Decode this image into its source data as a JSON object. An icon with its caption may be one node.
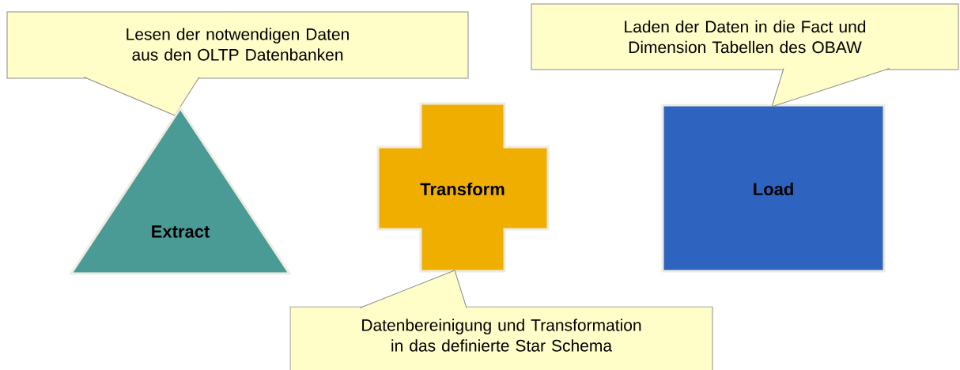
{
  "diagram": {
    "nodes": [
      {
        "text": [
          "Lesen der notwendigen Daten aus den OLTP Datenbanken"
        ]
      },
      {
        "text": [
          "Extract"
        ]
      },
      {
        "text": [
          "Transform"
        ]
      },
      {
        "text": [
          "Datenbereinigung und Transformation in das definierte Star Schema"
        ]
      },
      {
        "text": [
          "Load"
        ]
      },
      {
        "text": [
          "Laden der Daten in die Fact und Dimension Tabellen des OBAW"
        ]
      }
    ],
    "edges": [
      {
        "from": 0,
        "to": 1,
        "arrow": "none"
      },
      {
        "from": 3,
        "to": 2,
        "arrow": "none"
      },
      {
        "from": 5,
        "to": 4,
        "arrow": "none"
      }
    ]
  }
}
